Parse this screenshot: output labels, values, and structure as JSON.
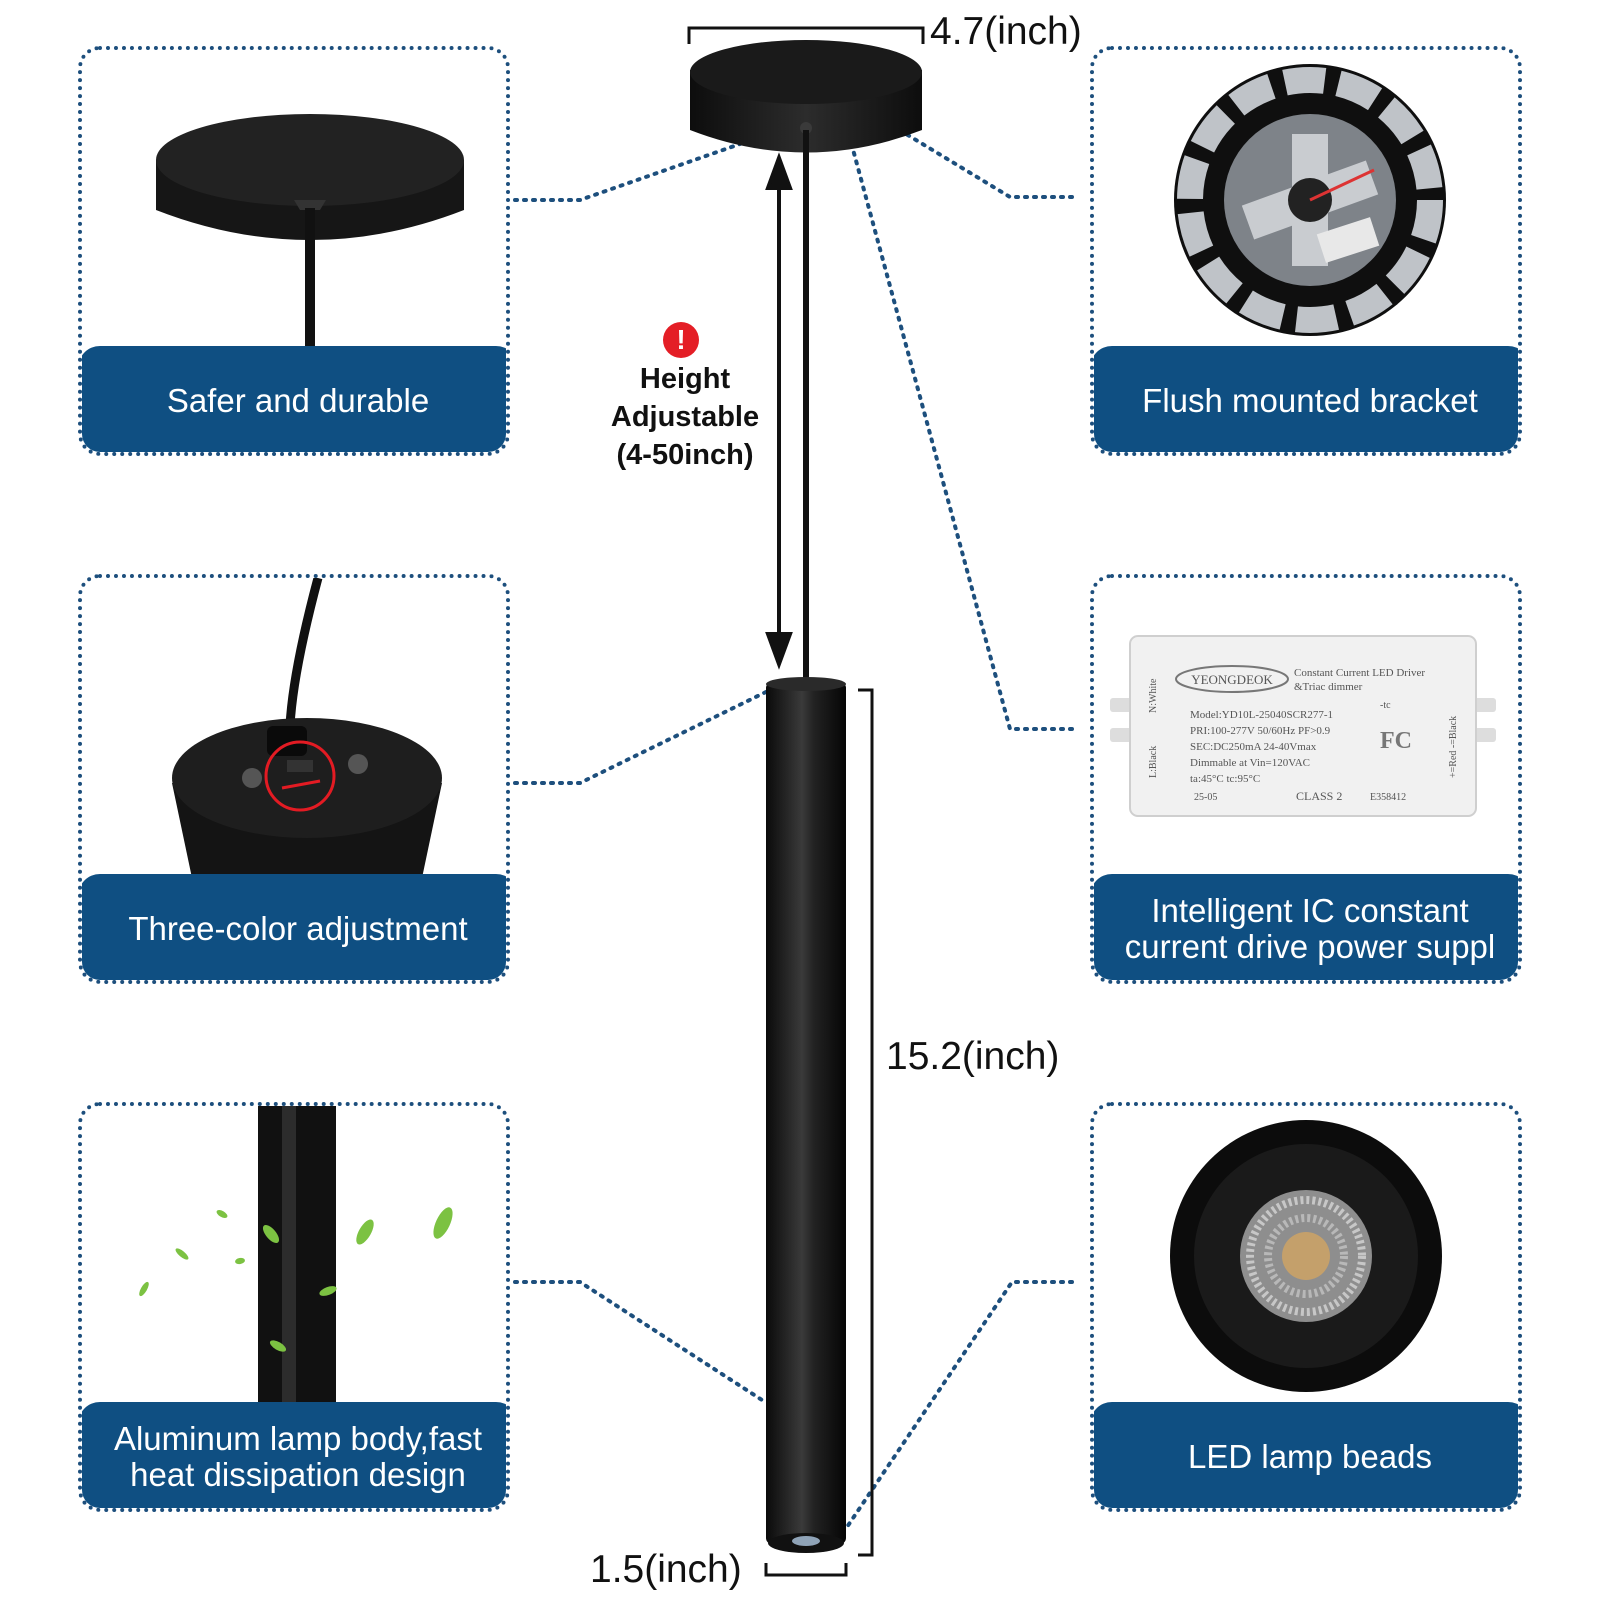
{
  "panels": {
    "safer": {
      "label": "Safer and durable",
      "icon": "ceiling-canopy-image"
    },
    "bracket": {
      "label": "Flush mounted bracket",
      "icon": "mounting-bracket-image"
    },
    "color": {
      "label": "Three-color adjustment",
      "icon": "color-switch-image"
    },
    "driver": {
      "label": "Intelligent IC constant current drive power suppl",
      "icon": "led-driver-image",
      "brand": "YEONGDEOK",
      "title_line1": "Constant Current LED Driver",
      "title_line2": "&Triac dimmer",
      "model": "Model:YD10L-25040SCR277-1",
      "pri": "PRI:100-277V 50/60Hz PF>0.9",
      "sec": "SEC:DC250mA 24-40Vmax",
      "dimmable": "Dimmable at Vin=120VAC",
      "temps": "ta:45°C      tc:95°C",
      "code": "25-05",
      "class": "CLASS 2",
      "cert": "E358412",
      "fc": "FC",
      "tc": "-tc",
      "left_white": "N:White",
      "left_black": "L:Black",
      "right_label": "+=Red  -=Black"
    },
    "aluminum": {
      "label": "Aluminum lamp body,fast heat dissipation design",
      "icon": "lamp-body-leaves-image"
    },
    "beads": {
      "label": "LED lamp beads",
      "icon": "led-bead-image"
    }
  },
  "dimensions": {
    "canopy_width": "4.7(inch)",
    "tube_length": "15.2(inch)",
    "tube_diameter": "1.5(inch)"
  },
  "height": {
    "warning_icon": "!",
    "line1": "Height",
    "line2": "Adjustable",
    "line3": "(4-50inch)"
  },
  "colors": {
    "panel_blue": "#0f4f82",
    "dotted_blue": "#1d4f7d",
    "warning_red": "#e41e26"
  }
}
